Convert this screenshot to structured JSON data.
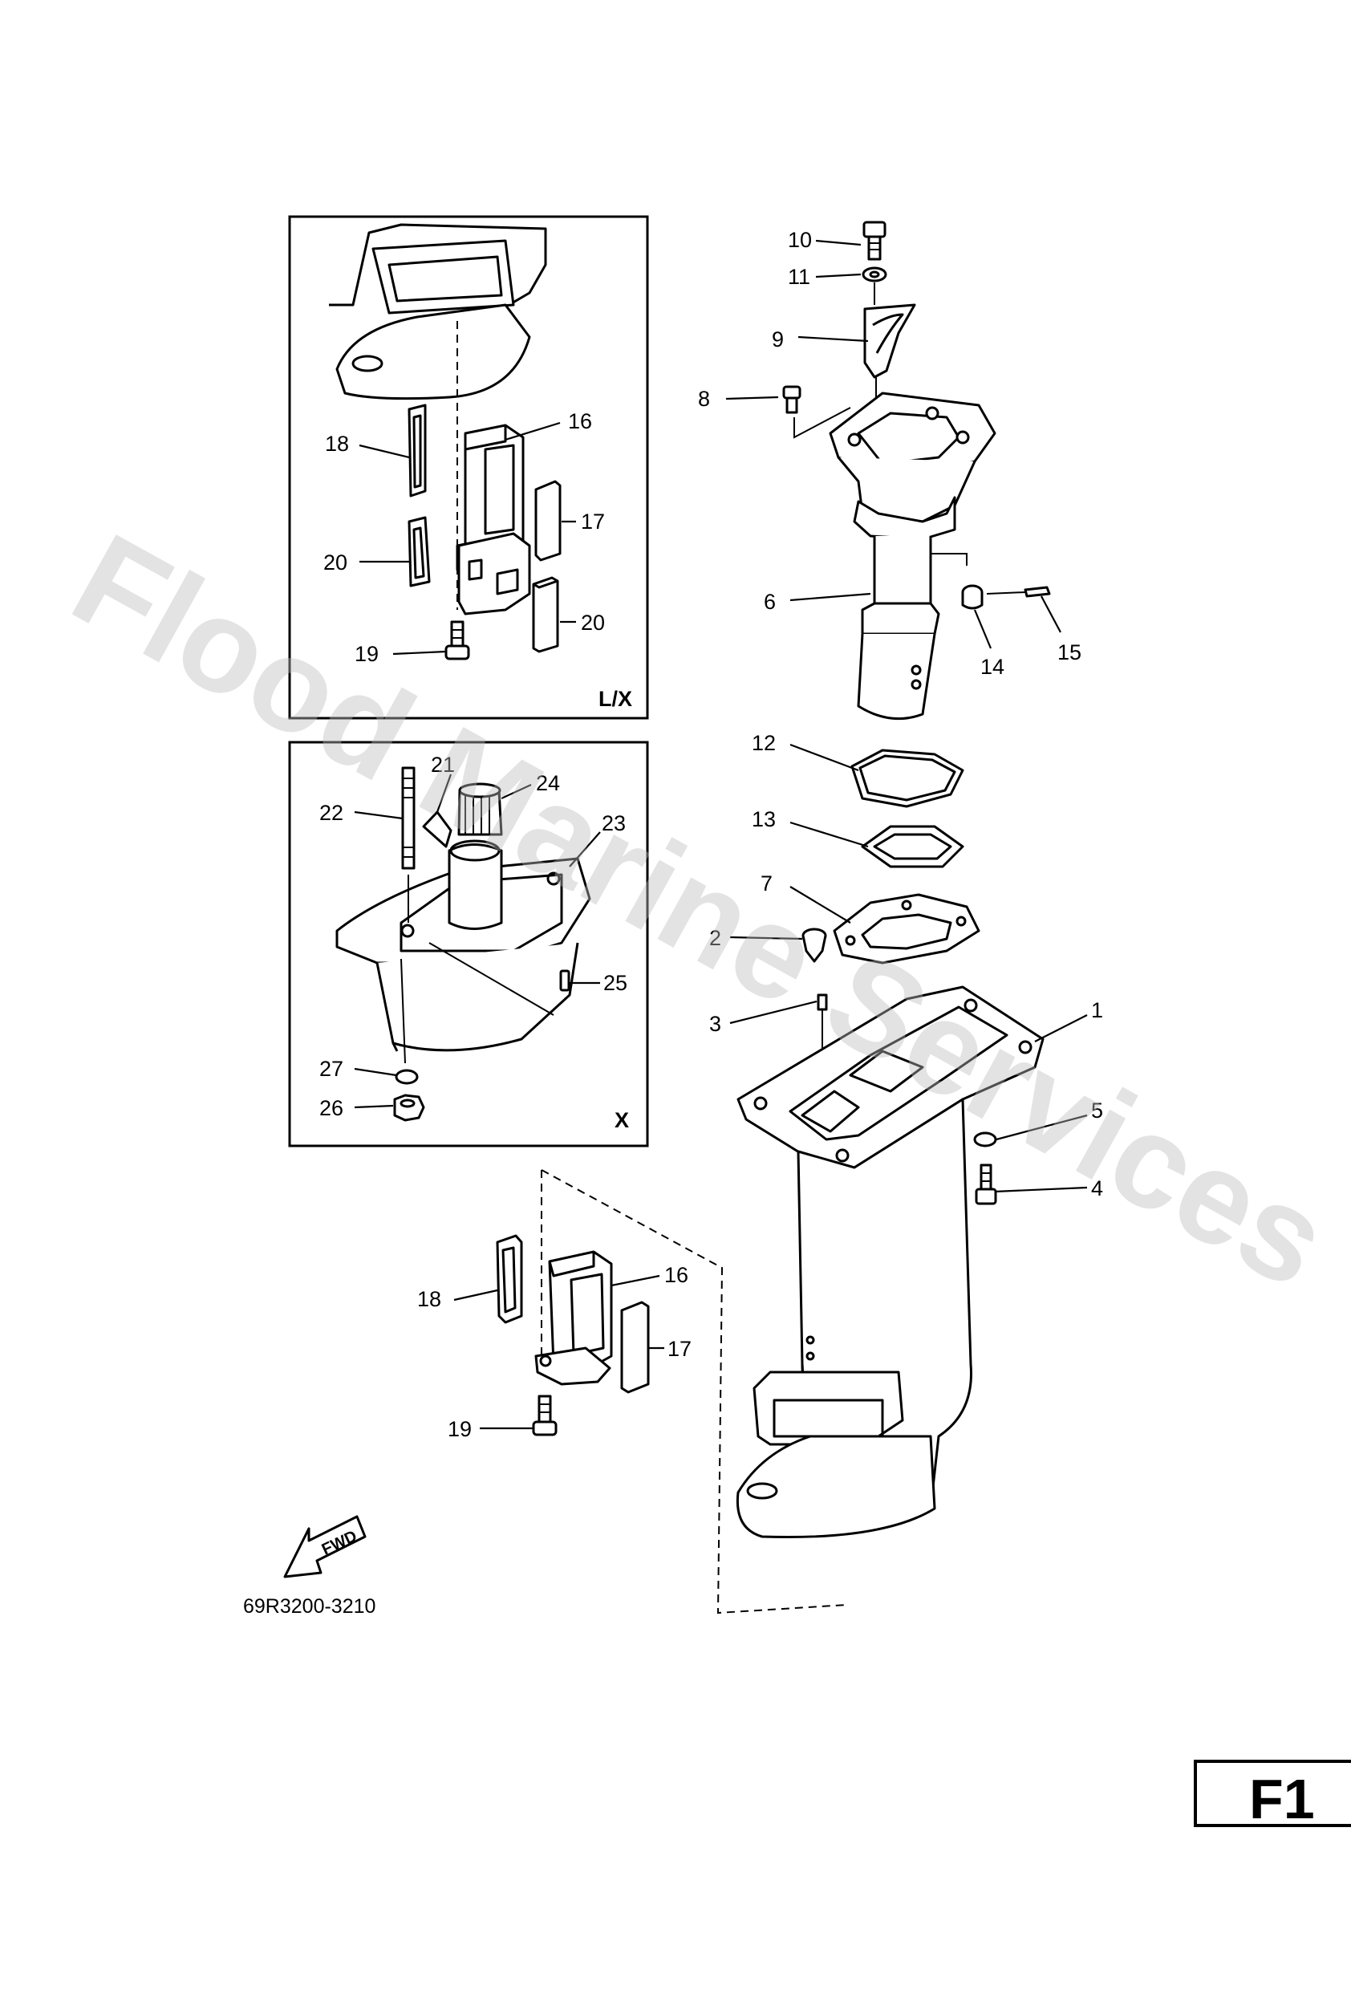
{
  "watermark": "Flood Marine Services",
  "page_id": "F1",
  "part_code": "69R3200-3210",
  "fwd_label": "FWD",
  "insets": [
    {
      "id": "lx",
      "label": "L/X"
    },
    {
      "id": "x",
      "label": "X"
    }
  ],
  "callouts": [
    {
      "id": "c1",
      "text": "1"
    },
    {
      "id": "c2",
      "text": "2"
    },
    {
      "id": "c3",
      "text": "3"
    },
    {
      "id": "c4",
      "text": "4"
    },
    {
      "id": "c5",
      "text": "5"
    },
    {
      "id": "c6",
      "text": "6"
    },
    {
      "id": "c7",
      "text": "7"
    },
    {
      "id": "c8",
      "text": "8"
    },
    {
      "id": "c9",
      "text": "9"
    },
    {
      "id": "c10",
      "text": "10"
    },
    {
      "id": "c11",
      "text": "11"
    },
    {
      "id": "c12",
      "text": "12"
    },
    {
      "id": "c13",
      "text": "13"
    },
    {
      "id": "c14",
      "text": "14"
    },
    {
      "id": "c15",
      "text": "15"
    },
    {
      "id": "c16a",
      "text": "16"
    },
    {
      "id": "c18a",
      "text": "18"
    },
    {
      "id": "c17a",
      "text": "17"
    },
    {
      "id": "c20a",
      "text": "20"
    },
    {
      "id": "c20b",
      "text": "20"
    },
    {
      "id": "c19a",
      "text": "19"
    },
    {
      "id": "c21",
      "text": "21"
    },
    {
      "id": "c24",
      "text": "24"
    },
    {
      "id": "c22",
      "text": "22"
    },
    {
      "id": "c23",
      "text": "23"
    },
    {
      "id": "c25",
      "text": "25"
    },
    {
      "id": "c27",
      "text": "27"
    },
    {
      "id": "c26",
      "text": "26"
    },
    {
      "id": "c16b",
      "text": "16"
    },
    {
      "id": "c18b",
      "text": "18"
    },
    {
      "id": "c17b",
      "text": "17"
    },
    {
      "id": "c19b",
      "text": "19"
    }
  ]
}
